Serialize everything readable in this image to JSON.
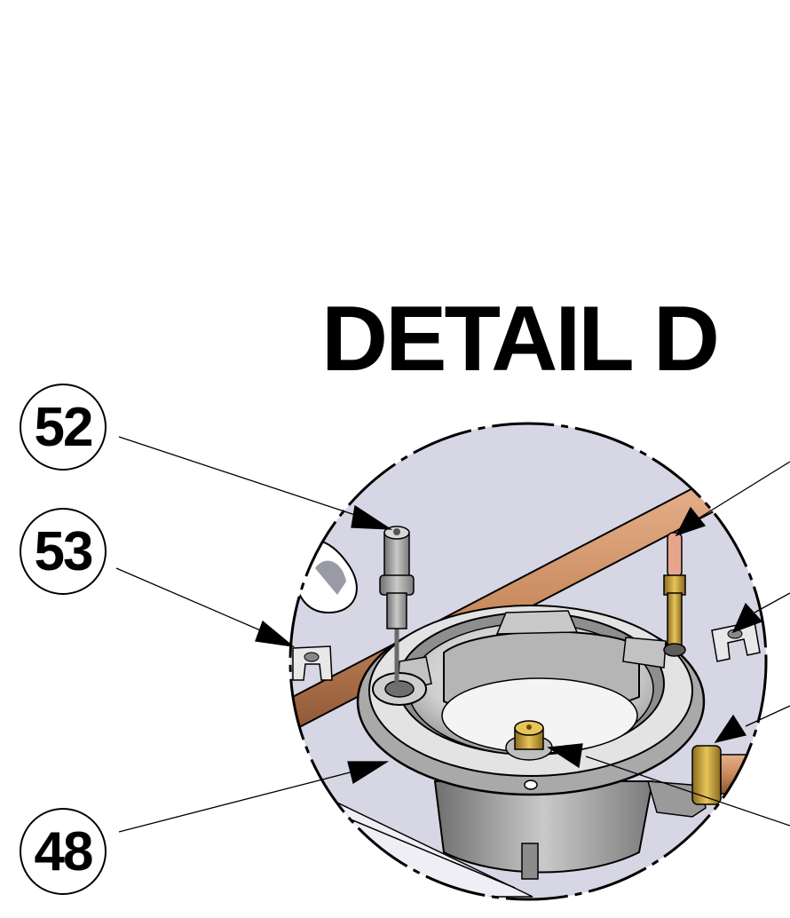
{
  "title": "DETAIL D",
  "callouts": [
    {
      "id": "52",
      "label": "52"
    },
    {
      "id": "53",
      "label": "53"
    },
    {
      "id": "48",
      "label": "48"
    }
  ],
  "colors": {
    "background": "#ffffff",
    "detail_fill": "#d6d6e4",
    "copper": "#c98a5e",
    "burner_grey": "#9a9a9a",
    "brass": "#c9a23a",
    "thermocouple_tip": "#e8a58e"
  }
}
